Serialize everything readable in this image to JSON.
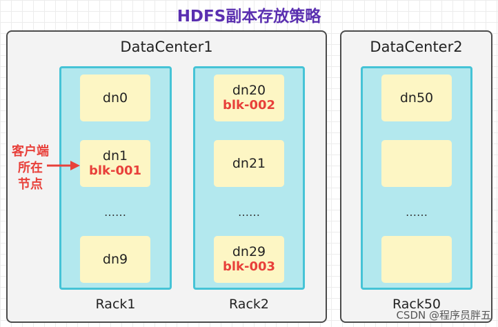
{
  "title": "HDFS副本存放策略",
  "datacenters": [
    {
      "label": "DataCenter1",
      "racks": [
        {
          "label": "Rack1",
          "nodes": [
            {
              "name": "dn0",
              "block": ""
            },
            {
              "name": "dn1",
              "block": "blk-001"
            },
            {
              "name": "dn9",
              "block": ""
            }
          ],
          "ellipsis": "……"
        },
        {
          "label": "Rack2",
          "nodes": [
            {
              "name": "dn20",
              "block": "blk-002"
            },
            {
              "name": "dn21",
              "block": ""
            },
            {
              "name": "dn29",
              "block": "blk-003"
            }
          ],
          "ellipsis": "……"
        }
      ]
    },
    {
      "label": "DataCenter2",
      "racks": [
        {
          "label": "Rack50",
          "nodes": [
            {
              "name": "dn50",
              "block": ""
            },
            {
              "name": "",
              "block": ""
            },
            {
              "name": "",
              "block": ""
            }
          ],
          "ellipsis": "……"
        }
      ]
    }
  ],
  "client": {
    "lines": [
      "客户端",
      "所在",
      "节点"
    ]
  },
  "watermark": "CSDN @程序员胖五",
  "colors": {
    "title": "#5a2fb0",
    "rack_fill": "#b3e8ee",
    "rack_border": "#45c3d6",
    "node_fill": "#fdf6c4",
    "block_text": "#e8403a",
    "arrow": "#e8403a"
  }
}
